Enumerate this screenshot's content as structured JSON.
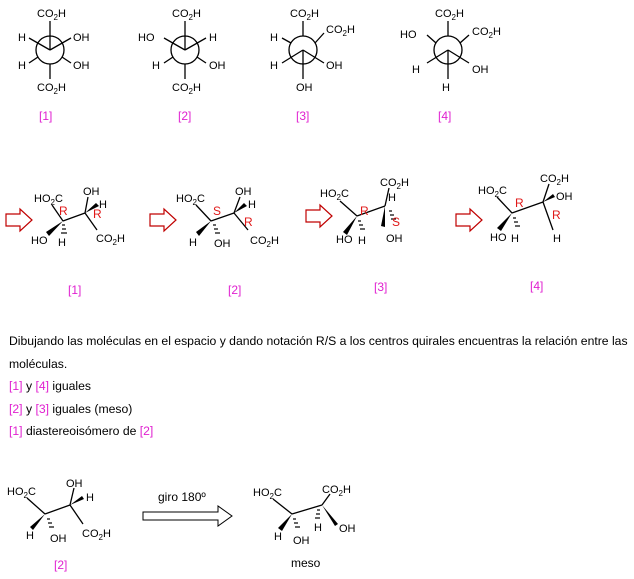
{
  "atoms": {
    "co2h_a": "CO",
    "co2h_b": "2",
    "co2h_c": "H",
    "ho2c_a": "HO",
    "ho2c_b": "2",
    "ho2c_c": "C",
    "oh": "OH",
    "ho": "HO",
    "h": "H"
  },
  "stereo": {
    "r": "R",
    "s": "S"
  },
  "newman_labels": [
    "[1]",
    "[2]",
    "[3]",
    "[4]"
  ],
  "wedge_labels": [
    "[1]",
    "[2]",
    "[3]",
    "[4]"
  ],
  "bottom": {
    "label_left": "[2]",
    "arrow_text": "giro 180º",
    "meso_label": "meso"
  },
  "text": {
    "paragraph": "Dibujando las moléculas en el espacio y dando notación R/S a los centros quirales encuentras la relación entre las moléculas.",
    "line1_a": "[1]",
    "line1_and": " y ",
    "line1_b": "[4]",
    "line1_text": " iguales",
    "line2_a": "[2]",
    "line2_and": " y ",
    "line2_b": "[3]",
    "line2_text": " iguales (meso)",
    "line3_a": "[1]",
    "line3_text": " diastereoisómero de ",
    "line3_b": "[2]"
  },
  "colors": {
    "label": "#e020d0",
    "stereo": "#e01818",
    "arrow": "#c00000"
  }
}
